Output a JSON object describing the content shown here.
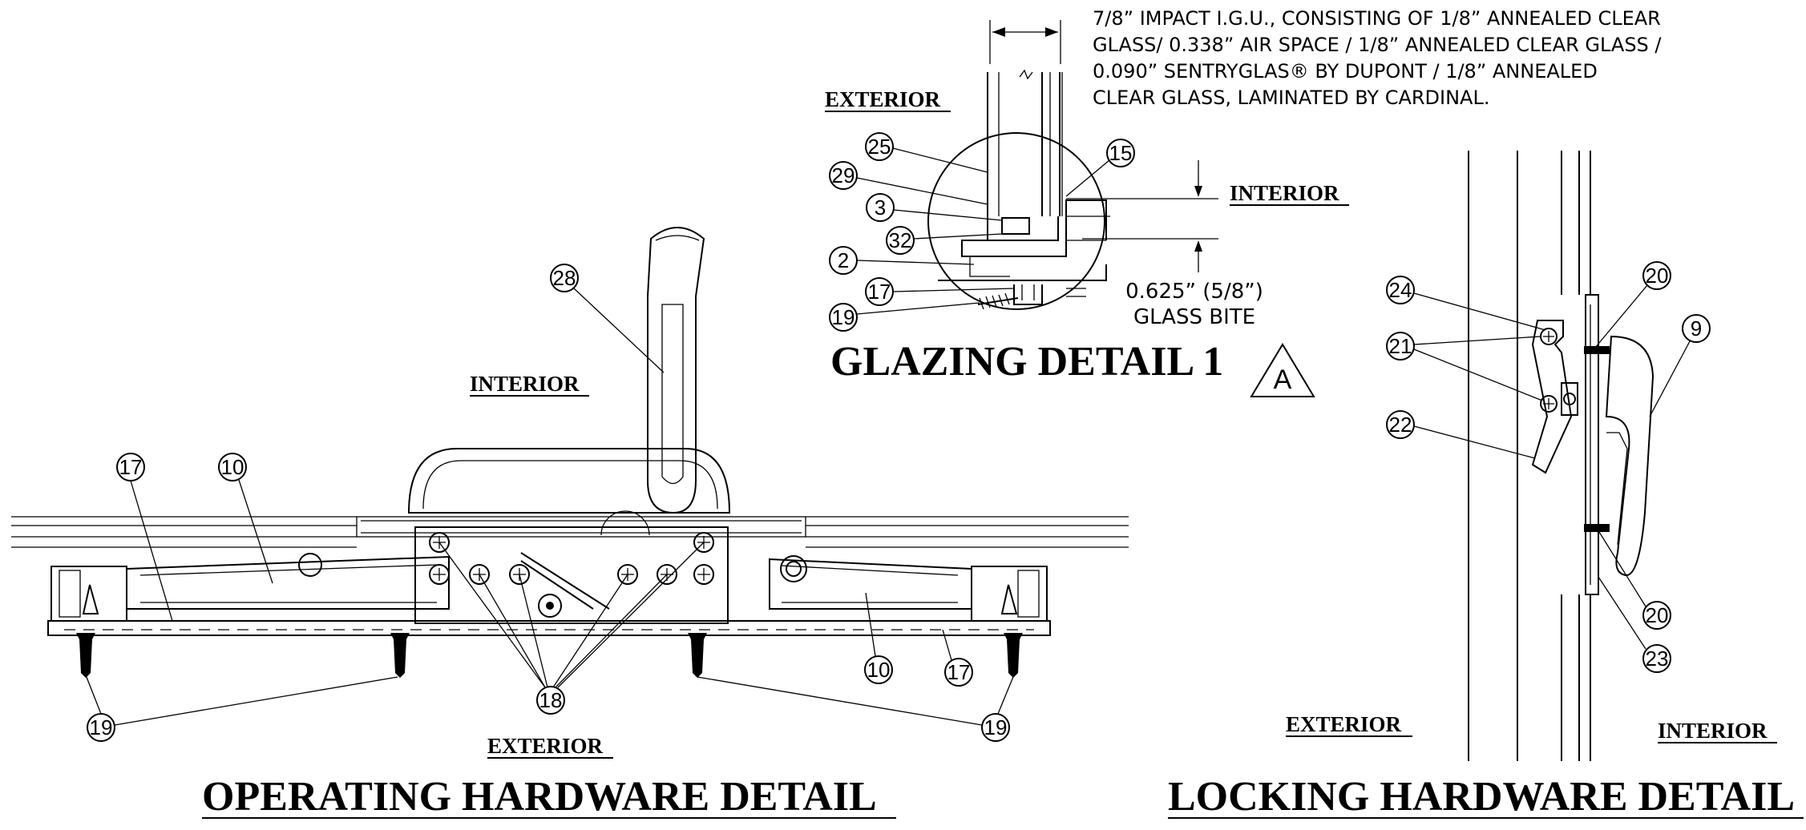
{
  "glazing": {
    "title": "GLAZING DETAIL 1",
    "rev_mark": "A",
    "exterior_label": "EXTERIOR",
    "interior_label": "INTERIOR",
    "note_lines": [
      "7/8” IMPACT I.G.U., CONSISTING OF 1/8” ANNEALED CLEAR",
      "GLASS/ 0.338” AIR SPACE / 1/8” ANNEALED CLEAR GLASS /",
      "0.090” SENTRYGLAS® BY DUPONT / 1/8” ANNEALED",
      "CLEAR GLASS, LAMINATED BY CARDINAL."
    ],
    "bite_value": "0.625” (5/8”)",
    "bite_label": "GLASS BITE",
    "callouts": [
      "25",
      "29",
      "3",
      "32",
      "2",
      "17",
      "19",
      "15"
    ]
  },
  "operating": {
    "title": "OPERATING HARDWARE DETAIL",
    "interior_label": "INTERIOR",
    "exterior_label": "EXTERIOR",
    "callouts": [
      "28",
      "17",
      "10",
      "10",
      "17",
      "18",
      "19",
      "19"
    ]
  },
  "locking": {
    "title": "LOCKING HARDWARE DETAIL",
    "exterior_label": "EXTERIOR",
    "interior_label": "INTERIOR",
    "callouts": [
      "24",
      "21",
      "22",
      "20",
      "9",
      "20",
      "23"
    ]
  }
}
